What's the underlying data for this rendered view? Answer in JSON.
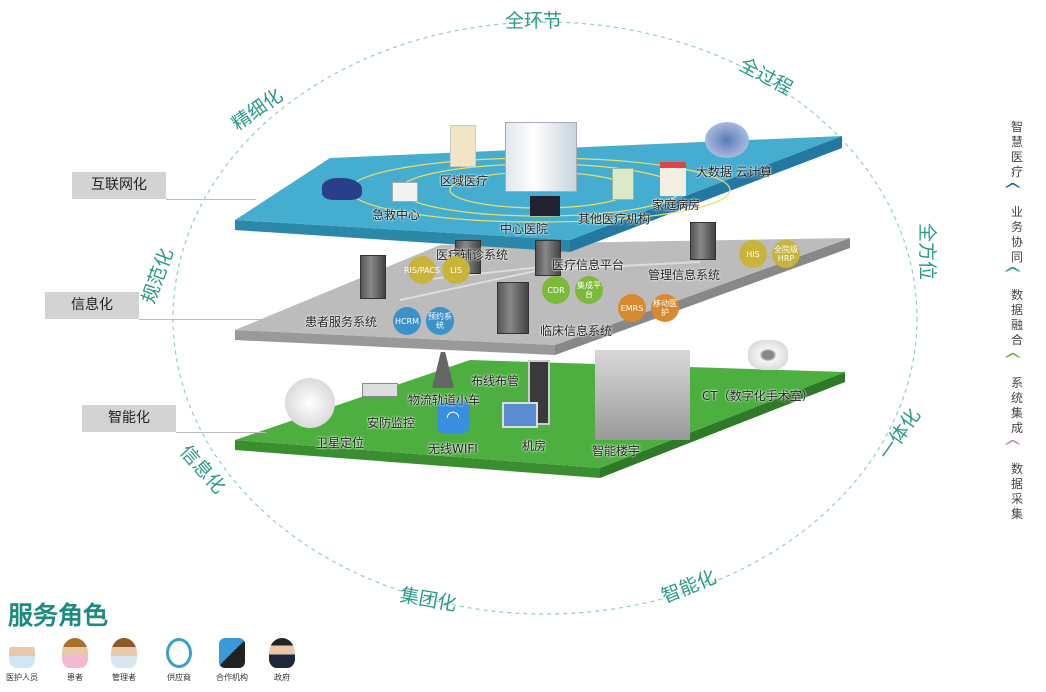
{
  "ring_labels": {
    "top": "全环节",
    "top_right": "全过程",
    "right": "全方位",
    "bottom_right_1": "一体化",
    "bottom_right_2": "智能化",
    "bottom": "集团化",
    "bottom_left": "信息化",
    "left": "规范化",
    "top_left": "精细化"
  },
  "side_labels": [
    "互联网化",
    "信息化",
    "智能化"
  ],
  "layers": {
    "top": {
      "color": "#3ea8c8",
      "items": [
        "急救中心",
        "区域医疗",
        "中心医院",
        "其他医疗机构",
        "家庭病房",
        "大数据 云计算"
      ]
    },
    "middle": {
      "color": "#b8b8b8",
      "items": [
        "医疗辅诊系统",
        "医疗信息平台",
        "管理信息系统",
        "患者服务系统",
        "临床信息系统"
      ],
      "badges": [
        {
          "text": "RIS/PACS",
          "color": "#c8b43a"
        },
        {
          "text": "LIS",
          "color": "#c8b43a"
        },
        {
          "text": "HIS",
          "color": "#c8b43a"
        },
        {
          "text": "全院级HRP",
          "color": "#c8b43a"
        },
        {
          "text": "CDR",
          "color": "#7cbb3a"
        },
        {
          "text": "集成平台",
          "color": "#7cbb3a"
        },
        {
          "text": "HCRM",
          "color": "#3a92c8"
        },
        {
          "text": "预约系统",
          "color": "#3a92c8"
        },
        {
          "text": "EMRS",
          "color": "#d88a30"
        },
        {
          "text": "移动医护",
          "color": "#d88a30"
        }
      ]
    },
    "bottom": {
      "color": "#4caf3f",
      "items": [
        "卫星定位",
        "安防监控",
        "物流轨道小车",
        "布线布管",
        "无线WIFI",
        "机房",
        "智能楼宇",
        "CT（数字化手术室）"
      ]
    }
  },
  "right_column": [
    {
      "text": "智慧医疗",
      "chevron_color": null
    },
    {
      "text": "业务协同",
      "chevron_color": "#1e6e9a"
    },
    {
      "text": "数据融合",
      "chevron_color": "#1e9a8a"
    },
    {
      "text": "系统集成",
      "chevron_color": "#7ab030"
    },
    {
      "text": "数据采集",
      "chevron_color": "#b890c0"
    }
  ],
  "roles": {
    "title": "服务角色",
    "items": [
      "医护人员",
      "患者",
      "管理者",
      "供应商",
      "合作机构",
      "政府"
    ]
  }
}
